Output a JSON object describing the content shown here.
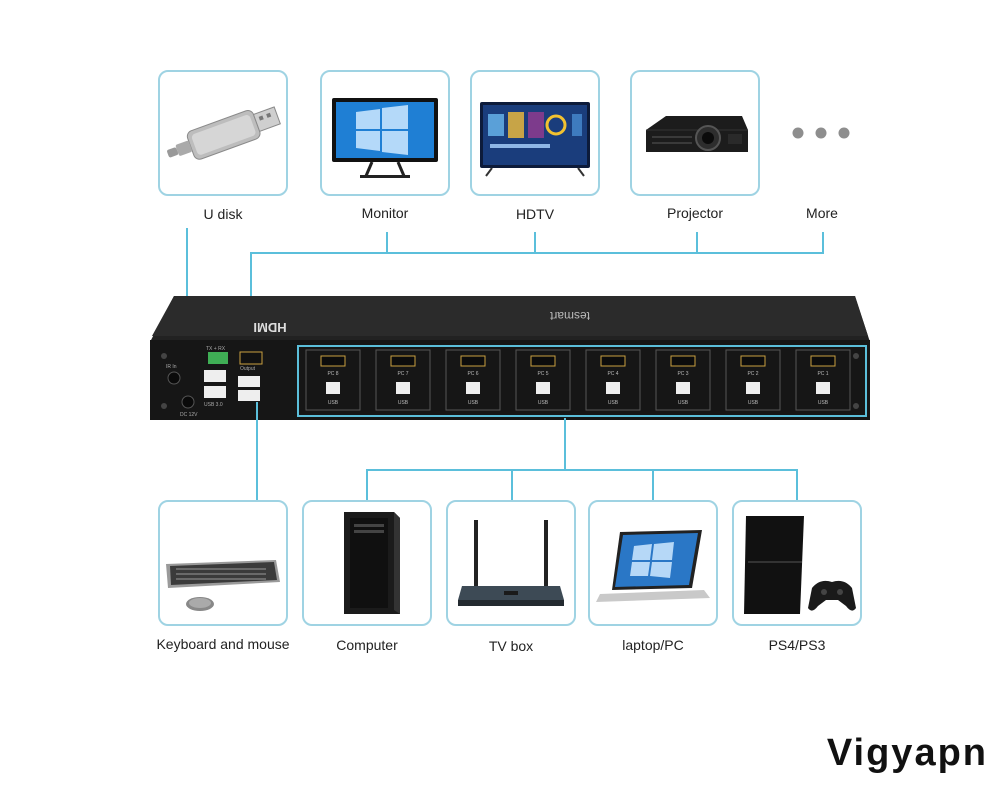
{
  "outputs": [
    {
      "key": "udisk",
      "label": "U disk",
      "icon": "usb-flash-drive-icon"
    },
    {
      "key": "monitor",
      "label": "Monitor",
      "icon": "monitor-icon"
    },
    {
      "key": "hdtv",
      "label": "HDTV",
      "icon": "tv-icon"
    },
    {
      "key": "projector",
      "label": "Projector",
      "icon": "projector-icon"
    },
    {
      "key": "more",
      "label": "More",
      "icon": "ellipsis-icon"
    }
  ],
  "inputs": [
    {
      "key": "kbmouse",
      "label": "Keyboard and mouse",
      "icon": "keyboard-mouse-icon"
    },
    {
      "key": "computer",
      "label": "Computer",
      "icon": "desktop-tower-icon"
    },
    {
      "key": "tvbox",
      "label": "TV box",
      "icon": "router-box-icon"
    },
    {
      "key": "laptop",
      "label": "laptop/PC",
      "icon": "laptop-icon"
    },
    {
      "key": "ps",
      "label": "PS4/PS3",
      "icon": "game-console-icon"
    }
  ],
  "device": {
    "brand_top": "tesmart",
    "front_label": "HDMI",
    "ports": [
      "PC 8",
      "PC 7",
      "PC 6",
      "PC 5",
      "PC 4",
      "PC 3",
      "PC 2",
      "PC 1"
    ],
    "port_usb_label": "USB",
    "output_label": "Output",
    "usb_label": "USB 3.0",
    "power_label": "DC 12V",
    "ir_label": "IR In",
    "terminal_label": "TX + RX"
  },
  "watermark": "Vigyapn",
  "colors": {
    "wire": "#5bbfdb",
    "box_border": "#9fd3e3",
    "device": "#1a1a1a",
    "watermark_accent": "#e0242b"
  }
}
